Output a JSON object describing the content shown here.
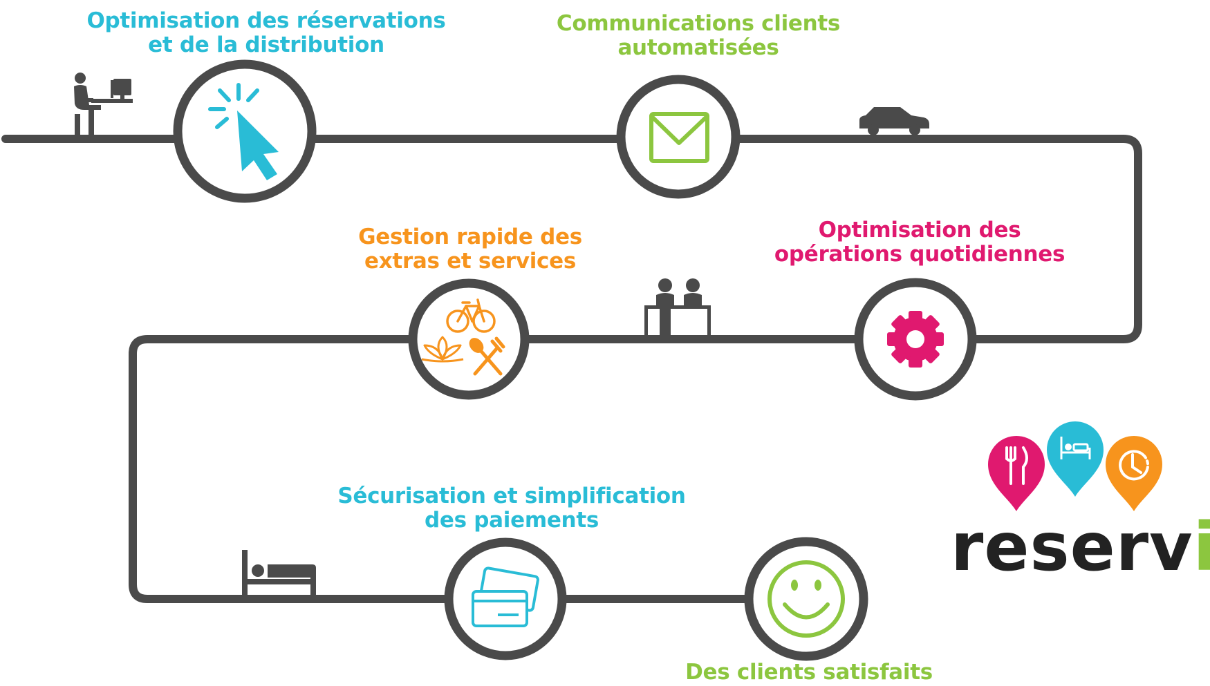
{
  "colors": {
    "track": "#4a4a4a",
    "cyan": "#29bcd6",
    "green": "#8cc63f",
    "orange": "#f7941d",
    "magenta": "#e0196f",
    "logo_text": "#222222"
  },
  "steps": [
    {
      "icon": "cursor-click-icon",
      "color": "cyan",
      "lines": [
        "Optimisation des réservations",
        "et de la distribution"
      ]
    },
    {
      "icon": "envelope-icon",
      "color": "green",
      "lines": [
        "Communications clients",
        "automatisées"
      ]
    },
    {
      "icon": "gear-icon",
      "color": "magenta",
      "lines": [
        "Optimisation des",
        "opérations quotidiennes"
      ]
    },
    {
      "icon": "extras-services-icon",
      "color": "orange",
      "lines": [
        "Gestion rapide des",
        "extras et services"
      ]
    },
    {
      "icon": "credit-cards-icon",
      "color": "cyan",
      "lines": [
        "Sécurisation et simplification",
        "des paiements"
      ]
    },
    {
      "icon": "smiley-icon",
      "color": "green",
      "lines": [
        "Des clients satisfaits"
      ]
    }
  ],
  "track_icons": [
    "person-at-computer-icon",
    "car-icon",
    "reception-desk-icon",
    "bed-icon"
  ],
  "logo": {
    "word_main": "reserv",
    "word_accent": "it",
    "pins": [
      {
        "icon": "fork-knife-icon",
        "color": "magenta"
      },
      {
        "icon": "bed-icon",
        "color": "cyan"
      },
      {
        "icon": "clock-icon",
        "color": "orange"
      }
    ]
  }
}
